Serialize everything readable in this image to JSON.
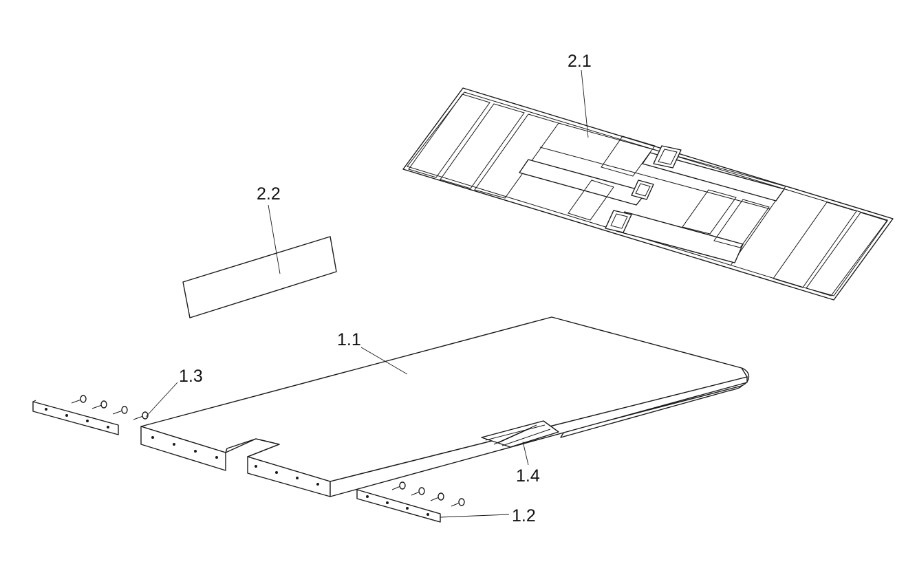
{
  "callouts": {
    "part_2_1": "2.1",
    "part_2_2": "2.2",
    "part_1_1": "1.1",
    "part_1_2": "1.2",
    "part_1_3": "1.3",
    "part_1_4": "1.4"
  }
}
